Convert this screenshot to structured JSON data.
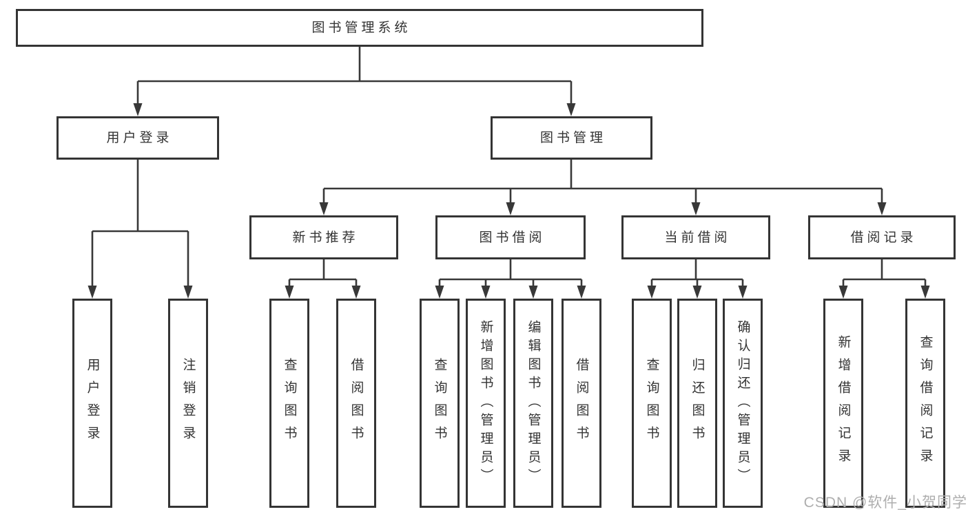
{
  "tree": {
    "root": {
      "label": "图书管理系统"
    },
    "children": [
      {
        "label": "用户登录",
        "children": [
          {
            "label": "用户登录"
          },
          {
            "label": "注销登录"
          }
        ]
      },
      {
        "label": "图书管理",
        "children": [
          {
            "label": "新书推荐",
            "children": [
              {
                "label": "查询图书"
              },
              {
                "label": "借阅图书"
              }
            ]
          },
          {
            "label": "图书借阅",
            "children": [
              {
                "label": "查询图书"
              },
              {
                "label": "新增图书（管理员）"
              },
              {
                "label": "编辑图书（管理员）"
              },
              {
                "label": "借阅图书"
              }
            ]
          },
          {
            "label": "当前借阅",
            "children": [
              {
                "label": "查询图书"
              },
              {
                "label": "归还图书"
              },
              {
                "label": "确认归还（管理员）"
              }
            ]
          },
          {
            "label": "借阅记录",
            "children": [
              {
                "label": "新增借阅记录"
              },
              {
                "label": "查询借阅记录"
              }
            ]
          }
        ]
      }
    ]
  },
  "watermark": {
    "text": "CSDN @软件_小贺同学"
  },
  "colors": {
    "background": "#ffffff",
    "line": "#383838",
    "box_border": "#343434",
    "text": "#333333",
    "watermark": "#aeaeae"
  }
}
